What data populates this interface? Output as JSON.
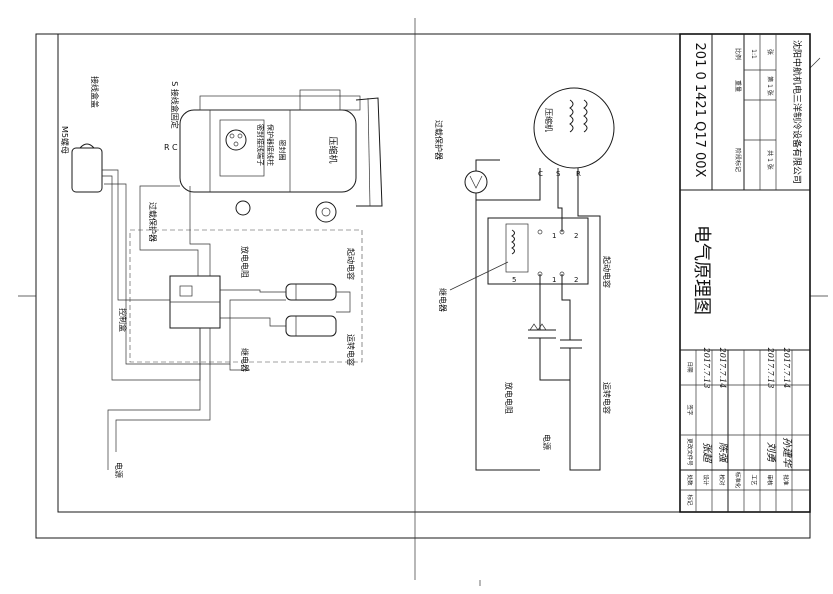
{
  "drawing_number": "201 0 1421 Q17 00X",
  "drawing_title": "电气原理图",
  "company": "沈阳中航机电三洋制冷设备有限公司",
  "wiring_diagram": {
    "label_connection_box_cover": "接线盒盖",
    "label_m5_screw": "M5螺母",
    "label_connection_box_fixed": "S 接线盒固定",
    "label_terminal_c": "C",
    "label_terminal_r": "R",
    "label_seal_block": "密封接线端子",
    "label_overload_screw": "保护器接线柱",
    "label_sealing_gasket": "密封圈",
    "label_compressor": "压缩机",
    "label_overload_protector": "过载保护器",
    "label_discharge_resistor": "放电电阻",
    "label_start_capacitor": "起动电容",
    "label_control_box": "控制盒",
    "label_relay": "继电器",
    "label_run_capacitor": "运转电容",
    "label_power": "电源"
  },
  "schematic": {
    "label_overload_protector": "过载保护器",
    "label_compressor": "压缩机",
    "label_c": "C",
    "label_s": "S",
    "label_r": "R",
    "label_relay": "继电器",
    "label_start_capacitor": "起动电容",
    "label_discharge_resistor": "放电电阻",
    "label_run_capacitor": "运转电容",
    "label_power": "电源",
    "terminal_1": "1",
    "terminal_2": "2",
    "terminal_5": "5"
  },
  "title_block": {
    "weight_label": "重量",
    "scale_label": "比例",
    "scale_value": "1:1",
    "stage_label": "阶段标记",
    "sheet_label": "共 1 张",
    "sheet_no_label": "第 1 张",
    "sheet_total_label": "张"
  },
  "revision_block": {
    "headers": [
      "标记",
      "处数",
      "更改文件号",
      "签字",
      "日期"
    ],
    "rows": [
      {
        "role": "设计",
        "signature": "张超",
        "date": "2017.7.13"
      },
      {
        "role": "校对",
        "signature": "陈强",
        "date": "2017.7.14"
      },
      {
        "role": "标准化",
        "signature": "",
        "date": ""
      },
      {
        "role": "工艺",
        "signature": "",
        "date": ""
      },
      {
        "role": "审核",
        "signature": "刘勇",
        "date": "2017.7.13"
      },
      {
        "role": "批准",
        "signature": "孙建华",
        "date": "2017.7.14"
      }
    ]
  }
}
